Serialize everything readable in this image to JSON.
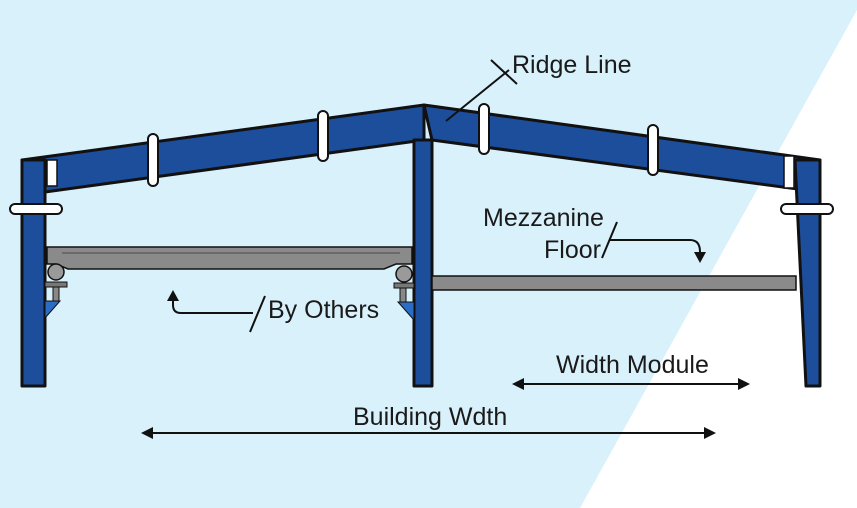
{
  "diagram": {
    "labels": {
      "ridge_line": "Ridge Line",
      "mezzanine_line1": "Mezzanine",
      "mezzanine_line2": "Floor",
      "by_others": "By Others",
      "width_module": "Width Module",
      "building_width": "Building Wdth"
    },
    "colors": {
      "background": "#d9f1fb",
      "frame": "#1d4e9c",
      "outline": "#111111",
      "beam": "#8a8a8a",
      "strap": "#ffffff",
      "bracket": "#2b6cc4"
    }
  }
}
